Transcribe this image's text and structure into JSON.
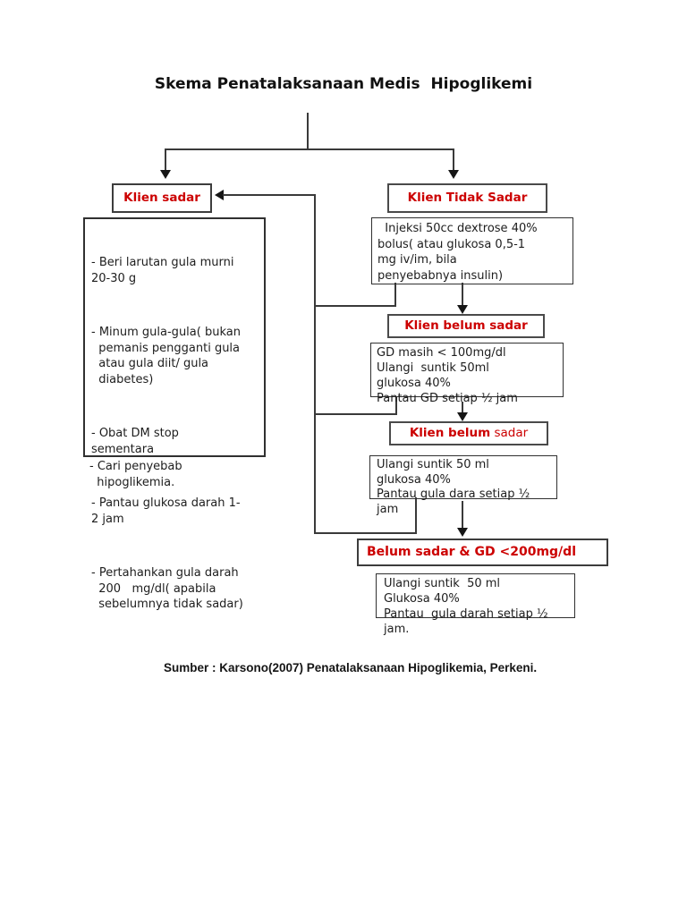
{
  "page": {
    "title": "Skema Penatalaksanaan Medis  Hipoglikemi",
    "footer": "Sumber : Karsono(2007) Penatalaksanaan Hipoglikemia, Perkeni."
  },
  "colors": {
    "accent_red": "#cc0000",
    "line": "#3a3a3a",
    "text": "#1d1d1d",
    "background": "#ffffff"
  },
  "flowchart": {
    "klien_sadar": {
      "label": "Klien sadar"
    },
    "klien_tidak_sadar": {
      "label": "Klien Tidak Sadar"
    },
    "left_panel": {
      "items": [
        "- Beri larutan gula murni\n20-30 g",
        "- Minum gula-gula( bukan\n  pemanis pengganti gula\n  atau gula diit/ gula\n  diabetes)",
        "- Obat DM stop\nsementara",
        "- Pantau glukosa darah 1-\n2 jam",
        "- Pertahankan gula darah\n  200   mg/dl( apabila\n  sebelumnya tidak sadar)"
      ],
      "note_below": "- Cari penyebab\n  hipoglikemia."
    },
    "injeksi": {
      "text": "  Injeksi 50cc dextrose 40%\nbolus( atau glukosa 0,5-1\nmg iv/im, bila\npenyebabnya insulin)"
    },
    "klien_belum_sadar_1": {
      "label": "Klien belum sadar"
    },
    "gd_masih": {
      "text": "GD masih < 100mg/dl\nUlangi  suntik 50ml\nglukosa 40%\nPantau GD setiap ½ jam"
    },
    "klien_belum_sadar_2": {
      "label_bold": "Klien belum",
      "label_regular": " sadar"
    },
    "ulangi_1": {
      "text": "Ulangi suntik 50 ml\nglukosa 40%\nPantau gula dara setiap ½\njam"
    },
    "belum_sadar_gd": {
      "label": "Belum sadar & GD <200mg/dl"
    },
    "ulangi_2": {
      "text": "Ulangi suntik  50 ml\nGlukosa 40%\nPantau  gula darah setiap ½\njam."
    }
  }
}
